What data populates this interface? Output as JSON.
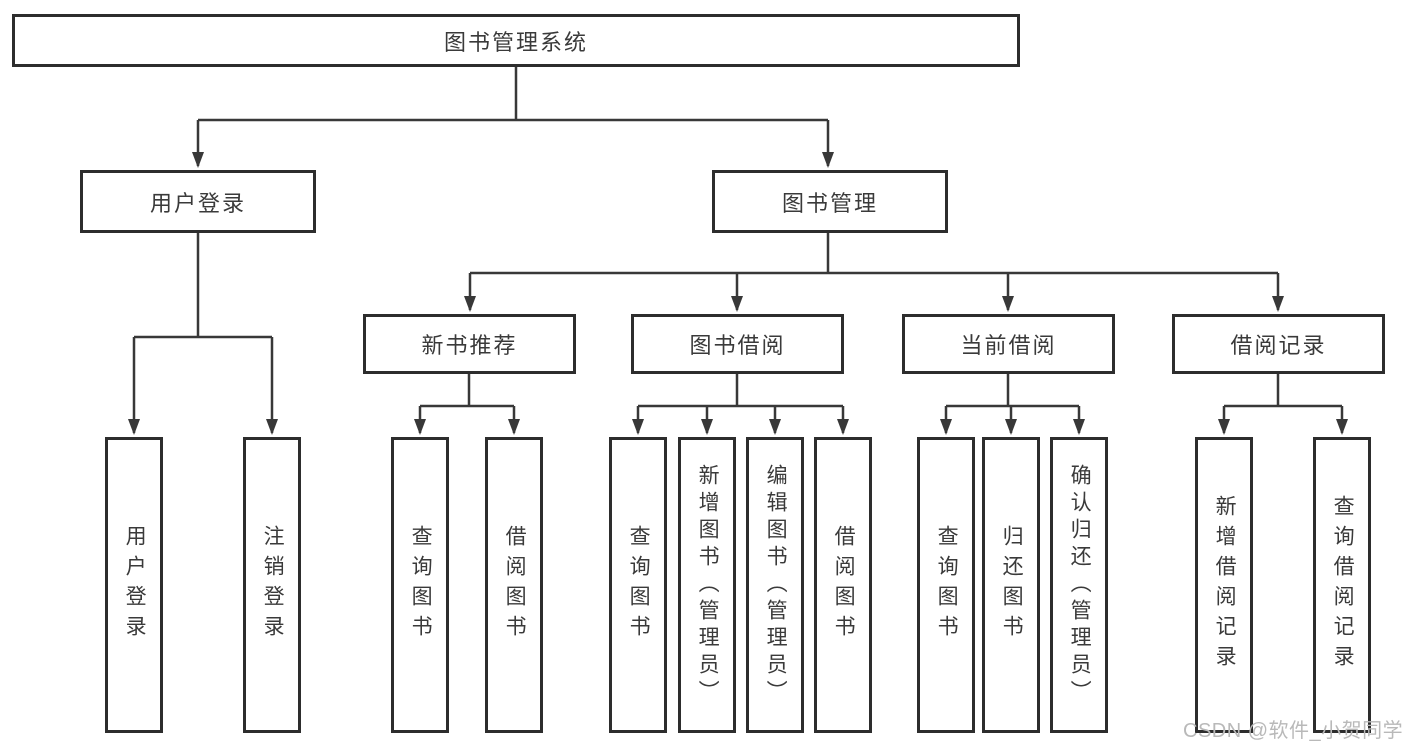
{
  "diagram": {
    "root": {
      "label": "图书管理系统"
    },
    "branches": [
      {
        "label": "用户登录",
        "children": [
          {
            "label": "用户登录"
          },
          {
            "label": "注销登录"
          }
        ]
      },
      {
        "label": "图书管理",
        "children": [
          {
            "label": "新书推荐",
            "children": [
              {
                "label": "查询图书"
              },
              {
                "label": "借阅图书"
              }
            ]
          },
          {
            "label": "图书借阅",
            "children": [
              {
                "label": "查询图书"
              },
              {
                "label": "新增图书（管理员）"
              },
              {
                "label": "编辑图书（管理员）"
              },
              {
                "label": "借阅图书"
              }
            ]
          },
          {
            "label": "当前借阅",
            "children": [
              {
                "label": "查询图书"
              },
              {
                "label": "归还图书"
              },
              {
                "label": "确认归还（管理员）"
              }
            ]
          },
          {
            "label": "借阅记录",
            "children": [
              {
                "label": "新增借阅记录"
              },
              {
                "label": "查询借阅记录"
              }
            ]
          }
        ]
      }
    ]
  },
  "watermark": {
    "text": "CSDN @软件_小贺同学"
  },
  "colors": {
    "line": "#383838",
    "border": "#2d2d2d",
    "text": "#3a3a3a",
    "watermark": "#b9b9b9",
    "background": "#ffffff"
  }
}
